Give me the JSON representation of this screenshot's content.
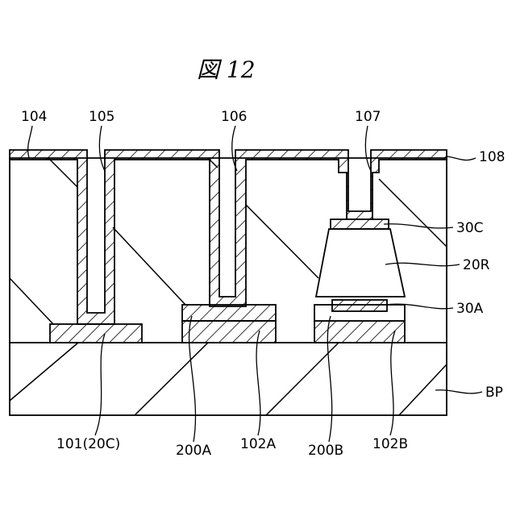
{
  "figure": {
    "title": "図 12"
  },
  "labels": {
    "l104": "104",
    "l105": "105",
    "l106": "106",
    "l107": "107",
    "l108": "108",
    "l30C": "30C",
    "l20R": "20R",
    "l30A": "30A",
    "lBP": "BP",
    "l101": "101(20C)",
    "l200A": "200A",
    "l102A": "102A",
    "l200B": "200B",
    "l102B": "102B"
  },
  "colors": {
    "line": "#000000",
    "background": "#ffffff"
  }
}
